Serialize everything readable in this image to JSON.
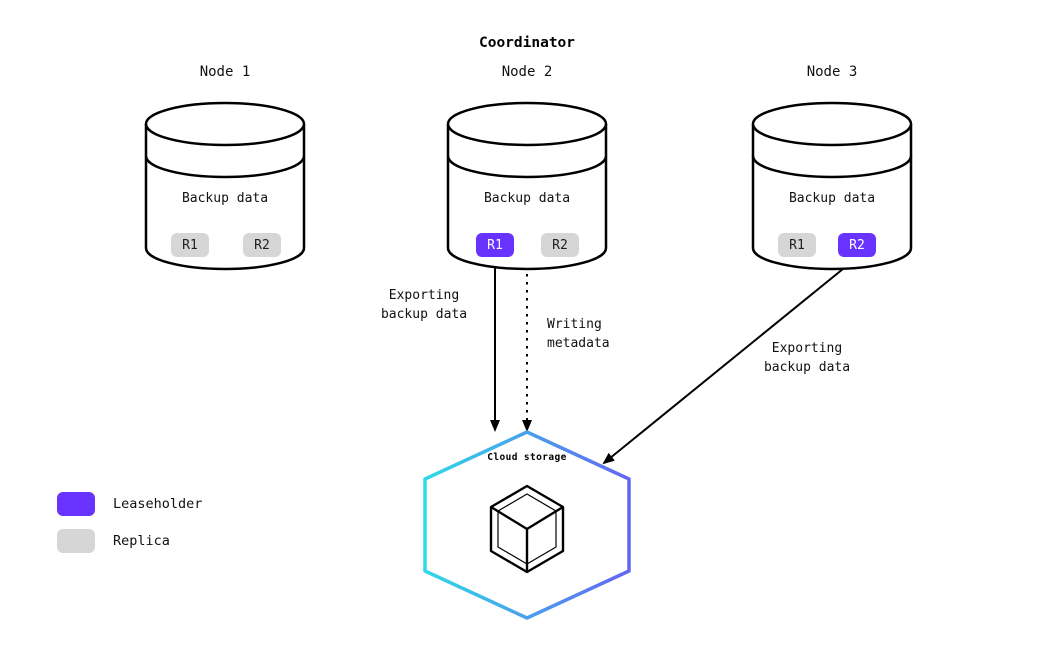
{
  "title": "Coordinator",
  "nodes": [
    {
      "label": "Node 1",
      "storage_label": "Backup data",
      "replicas": [
        {
          "label": "R1",
          "role": "replica"
        },
        {
          "label": "R2",
          "role": "replica"
        }
      ]
    },
    {
      "label": "Node 2",
      "storage_label": "Backup data",
      "replicas": [
        {
          "label": "R1",
          "role": "leaseholder"
        },
        {
          "label": "R2",
          "role": "replica"
        }
      ]
    },
    {
      "label": "Node 3",
      "storage_label": "Backup data",
      "replicas": [
        {
          "label": "R1",
          "role": "replica"
        },
        {
          "label": "R2",
          "role": "leaseholder"
        }
      ]
    }
  ],
  "edges": {
    "export_node2": {
      "line1": "Exporting",
      "line2": "backup data",
      "style": "solid"
    },
    "metadata": {
      "line1": "Writing",
      "line2": "metadata",
      "style": "dashed"
    },
    "export_node3": {
      "line1": "Exporting",
      "line2": "backup data",
      "style": "solid"
    }
  },
  "cloud_storage": {
    "label": "Cloud storage",
    "icon": "cube-icon"
  },
  "legend": {
    "leaseholder": {
      "label": "Leaseholder",
      "color": "#6933FF"
    },
    "replica": {
      "label": "Replica",
      "color": "#D6D6D6"
    }
  },
  "colors": {
    "leaseholder": "#6933FF",
    "replica": "#D6D6D6",
    "outline": "#000000",
    "hex_gradient_start": "#2ED9E8",
    "hex_gradient_end": "#6466F1"
  }
}
